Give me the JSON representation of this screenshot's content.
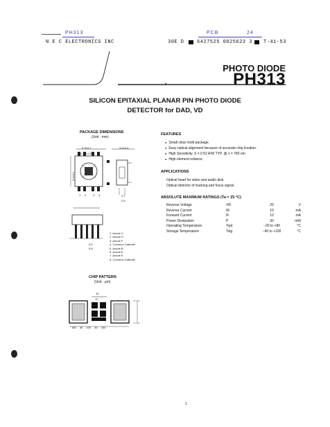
{
  "header": {
    "part_ref": "PH313",
    "pcb_label": "PCB",
    "page_number": "24",
    "company": "N E C  ELECTRONICS INC",
    "code_left": "30E D",
    "code_mid": "6427525 0025623 3",
    "code_right": "T-41-53"
  },
  "title": {
    "product_type": "PHOTO DIODE",
    "part_number": "PH313"
  },
  "heading": {
    "line1": "SILICON EPITAXIAL PLANAR PIN PHOTO DIODE",
    "line2": "DETECTOR for DAD, VD"
  },
  "package": {
    "title": "PACKAGE DIMENSIONS",
    "unit": "(Unit : mm)",
    "dim_top": "5.3±0.1",
    "dim_top2": "1.0 1.0 0.5",
    "dim_right": "4.5±0.4",
    "dim_side": "4.1±0.1",
    "dim_lead": "2.7",
    "dim_lead2": "0.6",
    "dim_bottom1": "0.5",
    "dim_bottom2": "0.8",
    "pin_numbers": [
      "1",
      "2",
      "3",
      "4"
    ],
    "pin_legend": [
      "1. Anode C",
      "2. Anode D",
      "3. Anode F",
      "4. Common Cathode",
      "5. Anode B",
      "6. Anode A",
      "7. Anode E",
      "8. Common Cathode"
    ]
  },
  "features": {
    "title": "FEATURES",
    "items": [
      "Small clear mold package.",
      "Easy optical alignment because of accurate chip location.",
      "High Sensitivity.  S = 0.52 A/W TYP.  @ λ = 780 nm",
      "High element reliance."
    ]
  },
  "applications": {
    "title": "APPLICATIONS",
    "items": [
      "Optical head for video and audio disk.",
      "Optical detector of tracking and focus signal."
    ]
  },
  "ratings": {
    "title": "ABSOLUTE MAXIMUM RATINGS (Ta = 25 °C)",
    "rows": [
      {
        "param": "Reverse Voltage",
        "symbol": "VR",
        "value": "20",
        "unit": "V"
      },
      {
        "param": "Reverse Current",
        "symbol": "IR",
        "value": "10",
        "unit": "mA"
      },
      {
        "param": "Forward Current",
        "symbol": "IF",
        "value": "10",
        "unit": "mA"
      },
      {
        "param": "Power Dissipation",
        "symbol": "P",
        "value": "30",
        "unit": "mW"
      },
      {
        "param": "Operating Temperature",
        "symbol": "Topt",
        "value": "−20 to +80",
        "unit": "°C"
      },
      {
        "param": "Storage Temperature",
        "symbol": "Tstg",
        "value": "−40 to +100",
        "unit": "°C"
      }
    ]
  },
  "chip_pattern": {
    "title": "CHIP PATTERN",
    "unit": "(Unit : μm)",
    "dim_top": "15",
    "dim_top2": "70",
    "bottom_dims": [
      "150",
      "30",
      "100",
      "30",
      "150"
    ]
  },
  "footer": {
    "page_mark": "1"
  }
}
